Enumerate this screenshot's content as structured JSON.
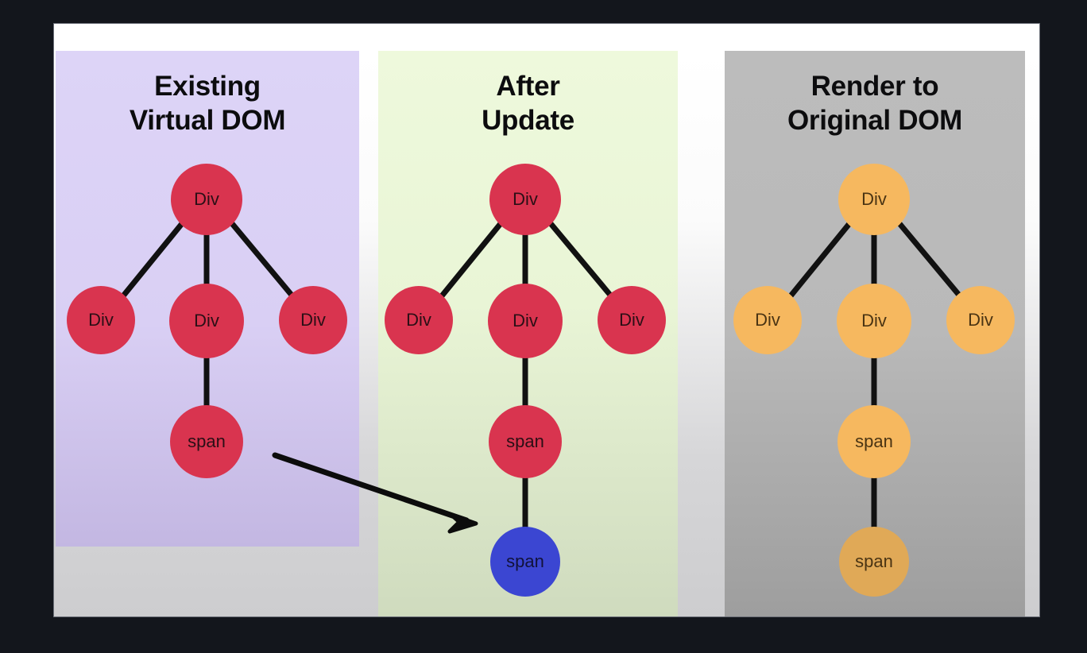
{
  "slide": {
    "background": "#ffffff",
    "canvas_background": "#13161c"
  },
  "panels": [
    {
      "id": "existing-virtual-dom",
      "title_line1": "Existing",
      "title_line2": "Virtual DOM",
      "background": "#d9cff4",
      "node_color": "#d9344f"
    },
    {
      "id": "after-update",
      "title_line1": "After",
      "title_line2": "Update",
      "background": "#e9f5d6",
      "node_color": "#d9344f",
      "highlight_color": "#3b46d2"
    },
    {
      "id": "render-to-original-dom",
      "title_line1": "Render to",
      "title_line2": "Original DOM",
      "background": "#b9b9b9",
      "node_color": "#f6b85f"
    }
  ],
  "trees": {
    "existing": {
      "root": "Div",
      "children": [
        "Div",
        "Div",
        "Div"
      ],
      "leaf": "span"
    },
    "after_update": {
      "root": "Div",
      "children": [
        "Div",
        "Div",
        "Div"
      ],
      "leaf": "span",
      "new_leaf": "span"
    },
    "rendered": {
      "root": "Div",
      "children": [
        "Div",
        "Div",
        "Div"
      ],
      "leaf": "span",
      "new_leaf": "span"
    }
  },
  "annotation": {
    "arrow_label": "diff-arrow"
  }
}
